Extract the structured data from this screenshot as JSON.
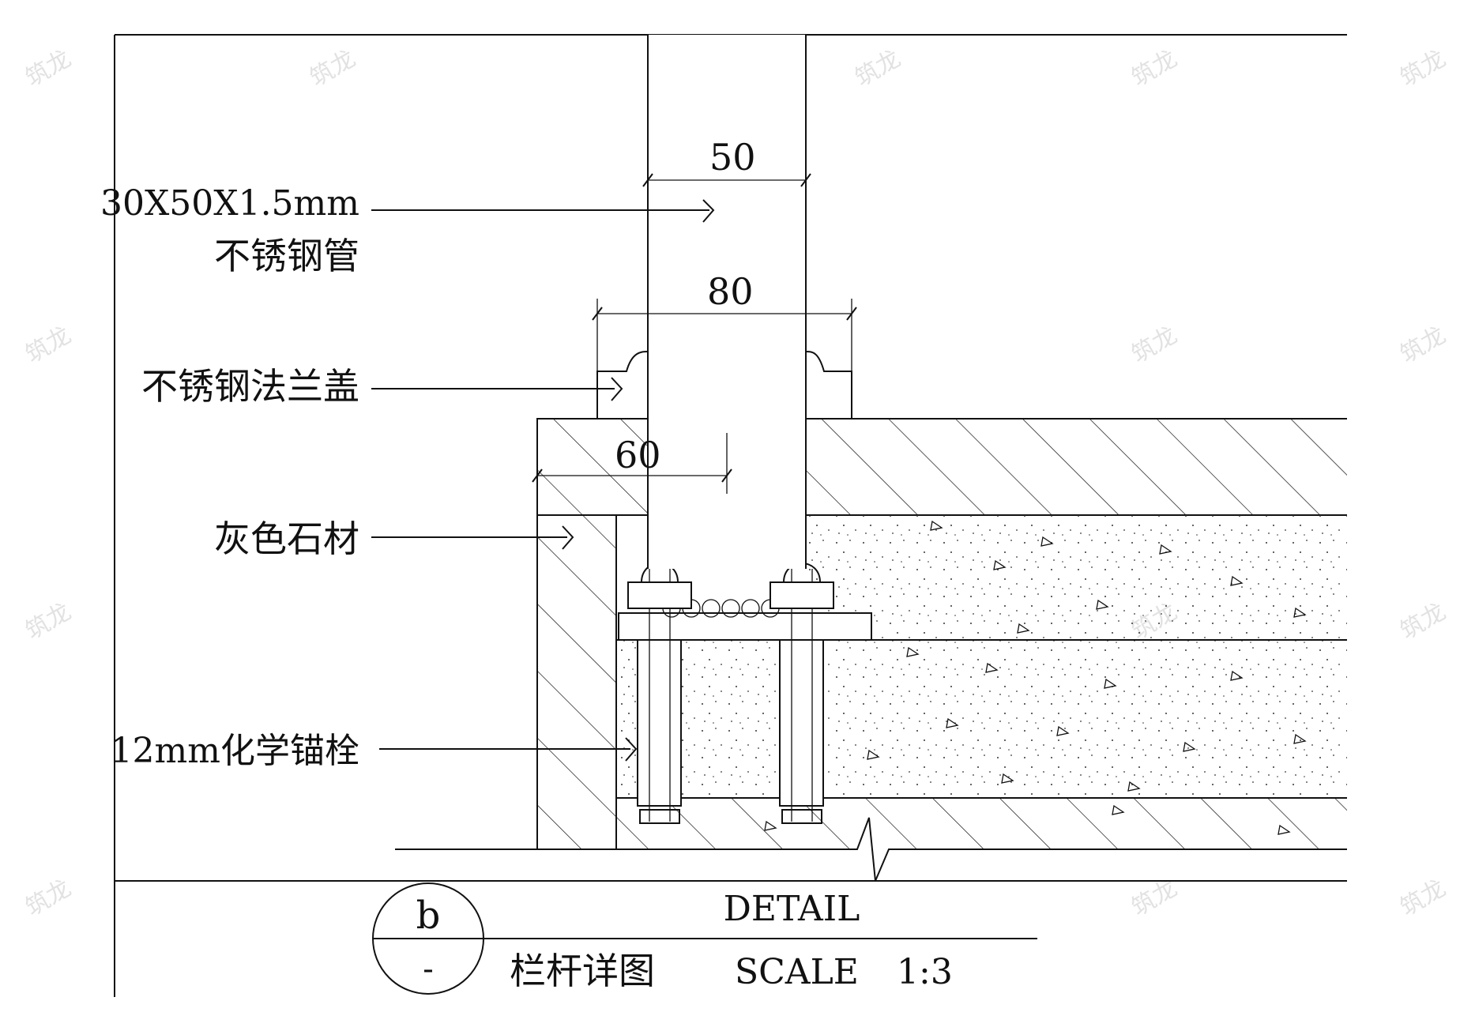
{
  "labels": {
    "tube_spec": "30X50X1.5mm",
    "tube_name": "不锈钢管",
    "flange": "不锈钢法兰盖",
    "stone": "灰色石材",
    "anchor": "12mm化学锚栓"
  },
  "dimensions": {
    "d50": "50",
    "d80": "80",
    "d60": "60"
  },
  "title_block": {
    "circle_top": "b",
    "circle_bottom": "-",
    "detail": "DETAIL",
    "name": "栏杆详图",
    "scale_label": "SCALE",
    "scale_value": "1:3"
  },
  "watermark": "筑龙"
}
